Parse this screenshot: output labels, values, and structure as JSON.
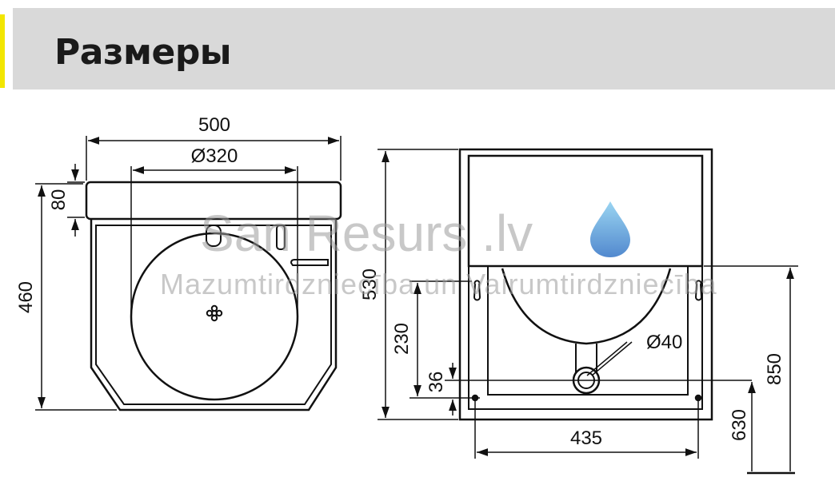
{
  "header": {
    "title": "Размеры"
  },
  "dimensions": {
    "width_total": "500",
    "bowl_diameter": "Ø320",
    "rim_height": "80",
    "depth_total": "460",
    "back_height": "530",
    "outlet_height_230": "230",
    "outlet_offset": "36",
    "drain_diameter": "Ø40",
    "mount_spacing": "435",
    "bracket_height": "630",
    "install_height": "850"
  },
  "watermark": {
    "brand": "San Resurs .lv",
    "tagline": "Mazumtirdzniecība un Vairumtirdzniecība"
  },
  "colors": {
    "header_bg": "#d9d9d9",
    "accent": "#f2e600",
    "drop_light": "#8fd0f0",
    "drop_dark": "#3f7cc9"
  }
}
